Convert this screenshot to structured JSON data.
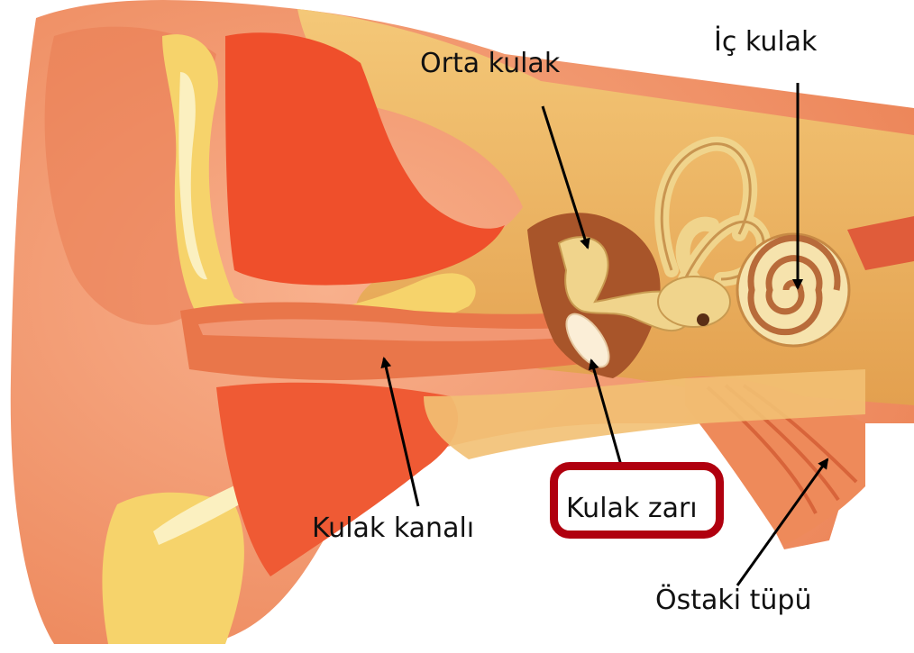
{
  "labels": {
    "middle_ear": "Orta kulak",
    "inner_ear": "İç kulak",
    "ear_canal": "Kulak kanalı",
    "eardrum": "Kulak zarı",
    "eustachian_tube": "Östaki tüpü"
  },
  "highlight": {
    "target": "eardrum",
    "color": "#b0000f"
  },
  "colors": {
    "skin": "#f39a72",
    "skin_dark": "#e5764f",
    "cartilage": "#f6d36b",
    "bone": "#ecb260",
    "inner_red": "#ef4f2b",
    "ossicle": "#f0d48c",
    "arrow": "#000000"
  }
}
